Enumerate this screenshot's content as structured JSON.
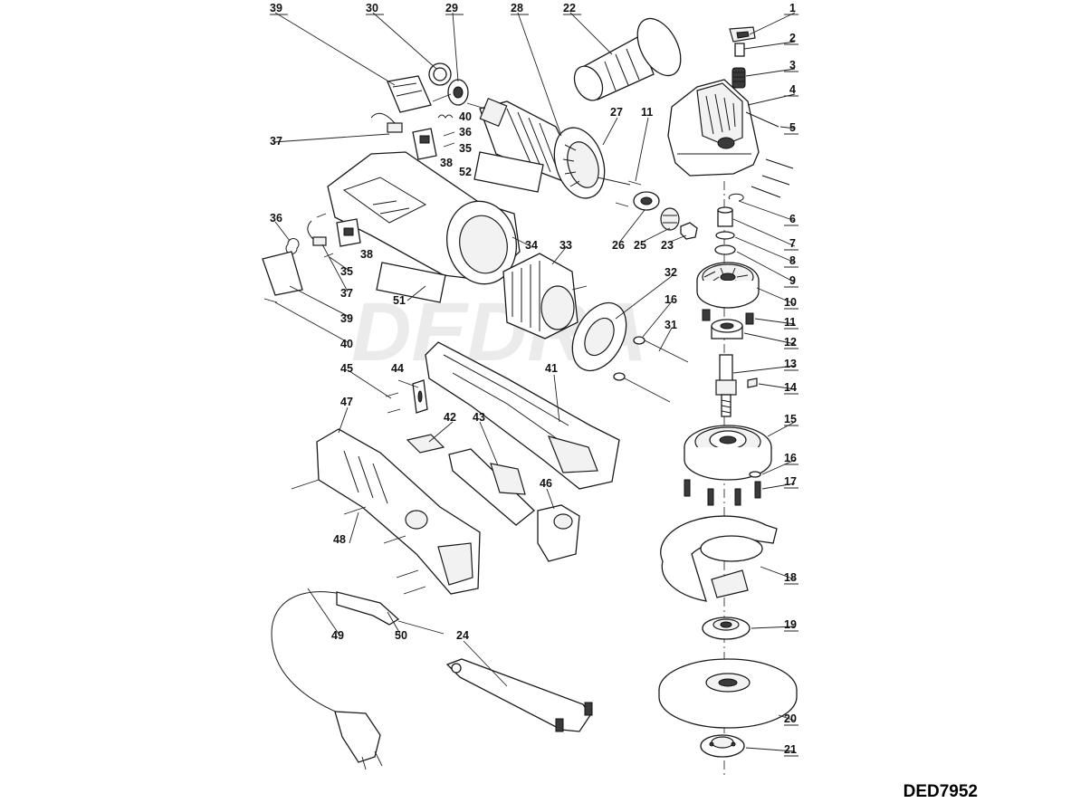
{
  "model": "DED7952",
  "watermark": "DEDRA",
  "parts": [
    {
      "num": "1"
    },
    {
      "num": "2"
    },
    {
      "num": "3"
    },
    {
      "num": "4"
    },
    {
      "num": "5"
    },
    {
      "num": "6"
    },
    {
      "num": "7"
    },
    {
      "num": "8"
    },
    {
      "num": "9"
    },
    {
      "num": "10"
    },
    {
      "num": "11"
    },
    {
      "num": "12"
    },
    {
      "num": "13"
    },
    {
      "num": "14"
    },
    {
      "num": "15"
    },
    {
      "num": "16"
    },
    {
      "num": "17"
    },
    {
      "num": "18"
    },
    {
      "num": "19"
    },
    {
      "num": "20"
    },
    {
      "num": "21"
    },
    {
      "num": "39"
    },
    {
      "num": "30"
    },
    {
      "num": "29"
    },
    {
      "num": "28"
    },
    {
      "num": "22"
    },
    {
      "num": "40"
    },
    {
      "num": "36"
    },
    {
      "num": "35"
    },
    {
      "num": "37"
    },
    {
      "num": "38"
    },
    {
      "num": "52"
    },
    {
      "num": "27"
    },
    {
      "num": "11"
    },
    {
      "num": "26"
    },
    {
      "num": "25"
    },
    {
      "num": "23"
    },
    {
      "num": "36"
    },
    {
      "num": "35"
    },
    {
      "num": "38"
    },
    {
      "num": "34"
    },
    {
      "num": "33"
    },
    {
      "num": "37"
    },
    {
      "num": "51"
    },
    {
      "num": "39"
    },
    {
      "num": "40"
    },
    {
      "num": "32"
    },
    {
      "num": "16"
    },
    {
      "num": "31"
    },
    {
      "num": "45"
    },
    {
      "num": "44"
    },
    {
      "num": "41"
    },
    {
      "num": "42"
    },
    {
      "num": "43"
    },
    {
      "num": "47"
    },
    {
      "num": "46"
    },
    {
      "num": "48"
    },
    {
      "num": "49"
    },
    {
      "num": "50"
    },
    {
      "num": "24"
    }
  ]
}
